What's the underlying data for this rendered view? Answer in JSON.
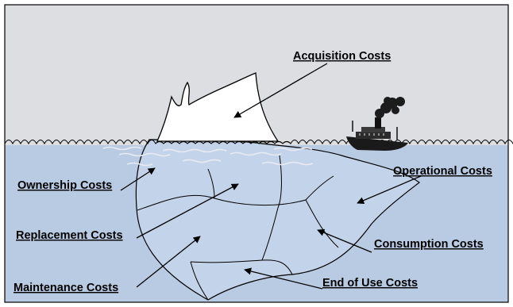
{
  "colors": {
    "sky": "#dcdee2",
    "water": "#b9cbe3",
    "ice_above": "#ffffff",
    "ice_below": "#c3d3e9",
    "outline": "#000000"
  },
  "labels": {
    "acquisition": "Acquisition Costs",
    "ownership": "Ownership Costs",
    "operational": "Operational Costs",
    "replacement": "Replacement Costs",
    "consumption": "Consumption Costs",
    "maintenance": "Maintenance Costs",
    "end_of_use": "End of Use Costs"
  },
  "icons": {
    "ship": "steamship-icon",
    "smoke": "smoke-icon"
  }
}
